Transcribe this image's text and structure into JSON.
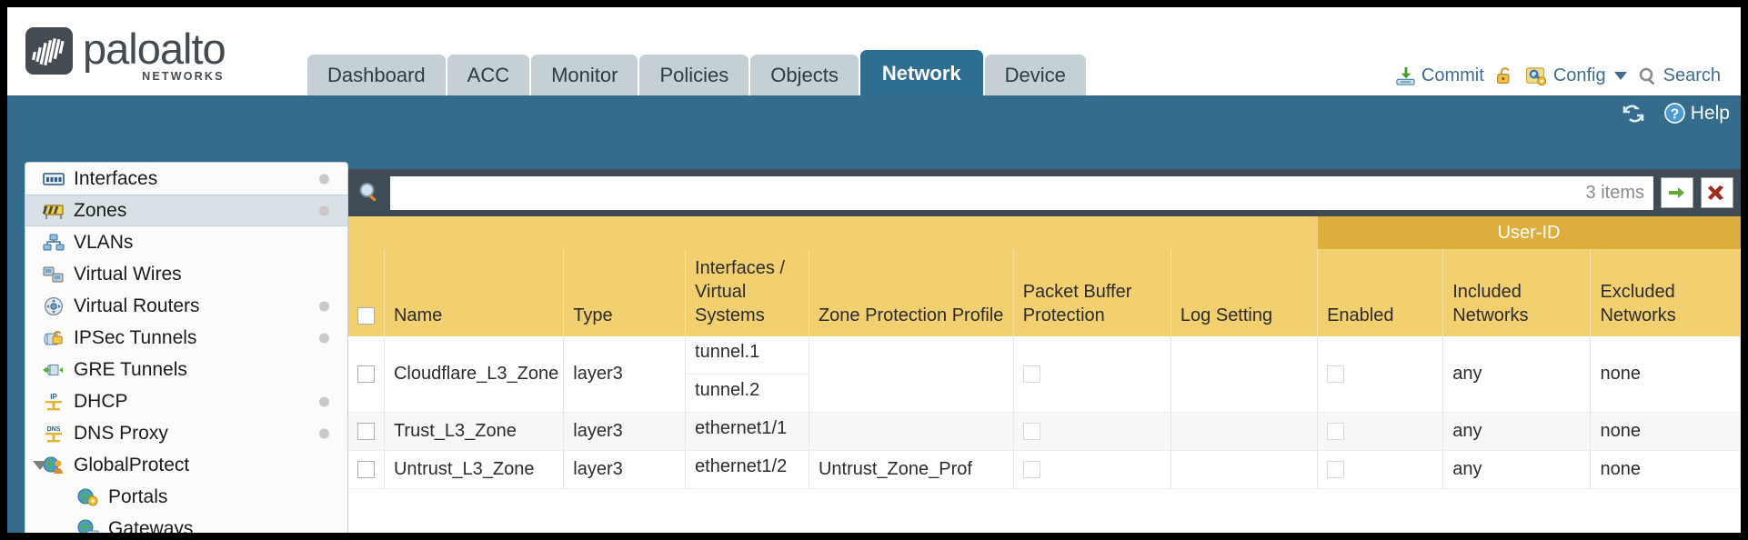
{
  "brand": {
    "name": "paloalto",
    "sub": "NETWORKS",
    "registered": "®"
  },
  "nav": {
    "tabs": [
      {
        "label": "Dashboard",
        "active": false
      },
      {
        "label": "ACC",
        "active": false
      },
      {
        "label": "Monitor",
        "active": false
      },
      {
        "label": "Policies",
        "active": false
      },
      {
        "label": "Objects",
        "active": false
      },
      {
        "label": "Network",
        "active": true
      },
      {
        "label": "Device",
        "active": false
      }
    ]
  },
  "utility": {
    "commit": "Commit",
    "lock_icon": "padlock-icon",
    "config": "Config",
    "search": "Search"
  },
  "subheader": {
    "refresh_icon": "refresh-icon",
    "help": "Help"
  },
  "sidebar": {
    "items": [
      {
        "label": "Interfaces",
        "icon": "interfaces-icon",
        "selected": false,
        "dot": true,
        "child": false,
        "twisty": false
      },
      {
        "label": "Zones",
        "icon": "zones-icon",
        "selected": true,
        "dot": true,
        "child": false,
        "twisty": false
      },
      {
        "label": "VLANs",
        "icon": "vlans-icon",
        "selected": false,
        "dot": false,
        "child": false,
        "twisty": false
      },
      {
        "label": "Virtual Wires",
        "icon": "virtual-wires-icon",
        "selected": false,
        "dot": false,
        "child": false,
        "twisty": false
      },
      {
        "label": "Virtual Routers",
        "icon": "virtual-routers-icon",
        "selected": false,
        "dot": true,
        "child": false,
        "twisty": false
      },
      {
        "label": "IPSec Tunnels",
        "icon": "ipsec-tunnels-icon",
        "selected": false,
        "dot": true,
        "child": false,
        "twisty": false
      },
      {
        "label": "GRE Tunnels",
        "icon": "gre-tunnels-icon",
        "selected": false,
        "dot": false,
        "child": false,
        "twisty": false
      },
      {
        "label": "DHCP",
        "icon": "dhcp-icon",
        "selected": false,
        "dot": true,
        "child": false,
        "twisty": false
      },
      {
        "label": "DNS Proxy",
        "icon": "dns-proxy-icon",
        "selected": false,
        "dot": true,
        "child": false,
        "twisty": false
      },
      {
        "label": "GlobalProtect",
        "icon": "globalprotect-icon",
        "selected": false,
        "dot": false,
        "child": false,
        "twisty": true
      },
      {
        "label": "Portals",
        "icon": "portals-icon",
        "selected": false,
        "dot": false,
        "child": true,
        "twisty": false
      },
      {
        "label": "Gateways",
        "icon": "gateways-icon",
        "selected": false,
        "dot": false,
        "child": true,
        "twisty": false
      }
    ]
  },
  "search": {
    "icon": "magnifier-icon",
    "value": "",
    "placeholder": "",
    "item_count": "3 items",
    "apply_icon": "green-arrow-icon",
    "clear_icon": "red-x-icon"
  },
  "table": {
    "group_header": "User-ID",
    "columns": [
      "Name",
      "Type",
      "Interfaces / Virtual Systems",
      "Zone Protection Profile",
      "Packet Buffer Protection",
      "Log Setting",
      "Enabled",
      "Included Networks",
      "Excluded Networks"
    ],
    "rows": [
      {
        "selected": false,
        "name": "Cloudflare_L3_Zone",
        "type": "layer3",
        "interfaces": [
          "tunnel.1",
          "tunnel.2"
        ],
        "zone_protection_profile": "",
        "packet_buffer_protection": false,
        "log_setting": "",
        "userid_enabled": false,
        "included_networks": "any",
        "excluded_networks": "none"
      },
      {
        "selected": false,
        "name": "Trust_L3_Zone",
        "type": "layer3",
        "interfaces": [
          "ethernet1/1"
        ],
        "zone_protection_profile": "",
        "packet_buffer_protection": false,
        "log_setting": "",
        "userid_enabled": false,
        "included_networks": "any",
        "excluded_networks": "none"
      },
      {
        "selected": false,
        "name": "Untrust_L3_Zone",
        "type": "layer3",
        "interfaces": [
          "ethernet1/2"
        ],
        "zone_protection_profile": "Untrust_Zone_Prof",
        "packet_buffer_protection": false,
        "log_setting": "",
        "userid_enabled": false,
        "included_networks": "any",
        "excluded_networks": "none"
      }
    ]
  },
  "colors": {
    "brand_dark": "#444b50",
    "nav_active": "#2e6e93",
    "nav_inactive": "#c4d0d3",
    "body_blue": "#336c8d",
    "header_amber": "#f2cf6f",
    "group_amber": "#ddae3c",
    "link_blue": "#3d7fa6",
    "search_bar": "#3f4b55"
  }
}
